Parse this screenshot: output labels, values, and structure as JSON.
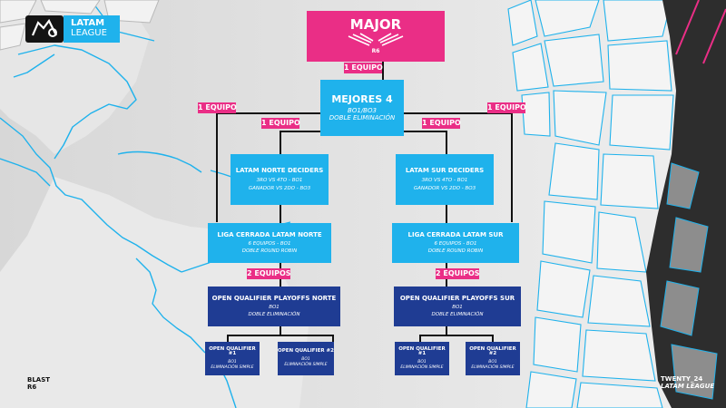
{
  "brand": {
    "logo_line1": "LATAM",
    "logo_line2": "LEAGUE"
  },
  "major": {
    "title": "MAJOR",
    "mark": "R6"
  },
  "tags": {
    "major_in": "1 EQUIPO",
    "left_outer": "1 EQUIPO",
    "right_outer": "1 EQUIPO",
    "left_inner": "1 EQUIPO",
    "right_inner": "1 EQUIPO",
    "north_two": "2 EQUIPOS",
    "south_two": "2 EQUIPOS"
  },
  "top4": {
    "title": "MEJORES 4",
    "line1": "BO1/BO3",
    "line2": "DOBLE ELIMINACIÓN"
  },
  "north_deciders": {
    "title": "LATAM NORTE DECIDERS",
    "line1": "3RO VS 4TO - BO1",
    "line2": "GANADOR VS 2DO - BO3"
  },
  "south_deciders": {
    "title": "LATAM SUR DECIDERS",
    "line1": "3RO VS 4TO - BO1",
    "line2": "GANADOR VS 2DO - BO3"
  },
  "north_league": {
    "title": "LIGA CERRADA LATAM NORTE",
    "line1": "6 EQUIPOS - BO1",
    "line2": "DOBLE ROUND ROBIN"
  },
  "south_league": {
    "title": "LIGA CERRADA LATAM SUR",
    "line1": "6 EQUIPOS - BO1",
    "line2": "DOBLE ROUND ROBIN"
  },
  "north_playoffs": {
    "title": "OPEN QUALIFIER PLAYOFFS NORTE",
    "line1": "BO1",
    "line2": "DOBLE ELIMINACIÓN"
  },
  "south_playoffs": {
    "title": "OPEN QUALIFIER PLAYOFFS SUR",
    "line1": "BO1",
    "line2": "DOBLE ELIMINACIÓN"
  },
  "qualifiers": [
    {
      "title": "OPEN QUALIFIER #1",
      "line1": "BO1",
      "line2": "ELIMINACIÓN SIMPLE"
    },
    {
      "title": "OPEN QUALIFIER #2",
      "line1": "BO1",
      "line2": "ELIMINACIÓN SIMPLE"
    },
    {
      "title": "OPEN QUALIFIER #1",
      "line1": "BO1",
      "line2": "ELIMINACIÓN SIMPLE"
    },
    {
      "title": "OPEN QUALIFIER #2",
      "line1": "BO1",
      "line2": "ELIMINACIÓN SIMPLE"
    }
  ],
  "footer_left": {
    "line1": "BLAST",
    "line2": "R6"
  },
  "footer_right": {
    "line1": "TWENTY_24",
    "line2": "LATAM LEAGUE"
  },
  "colors": {
    "pink": "#ea2e86",
    "light_blue": "#1fb2ec",
    "dark_blue": "#1f3c93",
    "line": "#111111"
  }
}
